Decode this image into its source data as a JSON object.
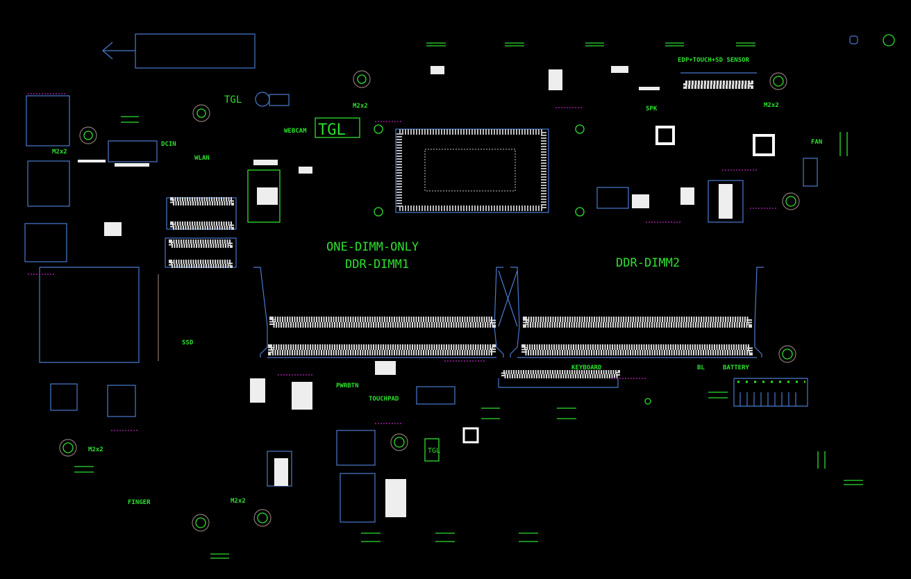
{
  "board": {
    "colors": {
      "label": "#2ee02e",
      "outline": "#4a7bd0",
      "pad": "#eeeeee",
      "silk": "#a020a0",
      "background": "#000000"
    },
    "labels": {
      "tgl_logo_left": "TGL",
      "tgl_box_top": "TGL",
      "tgl_box_bottom": "TGL",
      "dcin": "DCIN",
      "wlan": "WLAN",
      "webcam": "WEBCAM",
      "m2x2_tl": "M2x2",
      "m2x2_top": "M2x2",
      "m2x2_tr": "M2x2",
      "m2x2_bl": "M2x2",
      "m2x2_bottom": "M2x2",
      "edp_sensor": "EDP+TOUCH+SD  SENSOR",
      "spk": "SPK",
      "fan": "FAN",
      "one_dimm_only": "ONE-DIMM-ONLY",
      "ddr_dimm1": "DDR-DIMM1",
      "ddr_dimm2": "DDR-DIMM2",
      "ssd": "SSD",
      "pwrbtn": "PWRBTN",
      "touchpad": "TOUCHPAD",
      "keyboard": "KEYBOARD",
      "bl": "BL",
      "battery": "BATTERY",
      "finger": "FINGER"
    }
  }
}
